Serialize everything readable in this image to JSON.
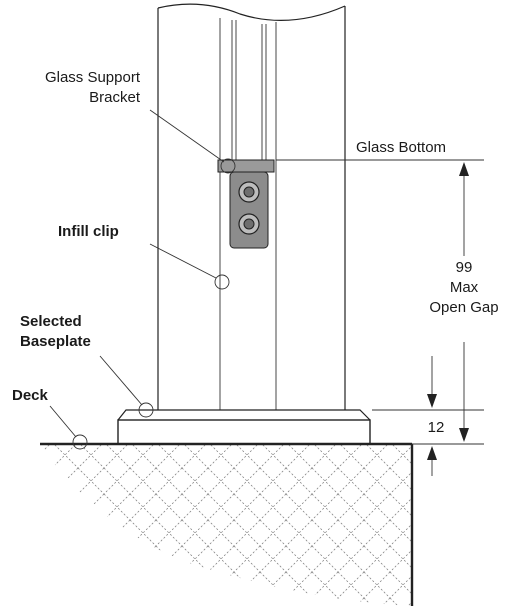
{
  "labels": {
    "glass_support_line1": "Glass Support",
    "glass_support_line2": "Bracket",
    "glass_bottom": "Glass Bottom",
    "infill_clip": "Infill clip",
    "selected_line1": "Selected",
    "selected_line2": "Baseplate",
    "deck": "Deck"
  },
  "dimensions": {
    "gap_value": "99",
    "gap_line2": "Max",
    "gap_line3": "Open Gap",
    "base_value": "12"
  }
}
